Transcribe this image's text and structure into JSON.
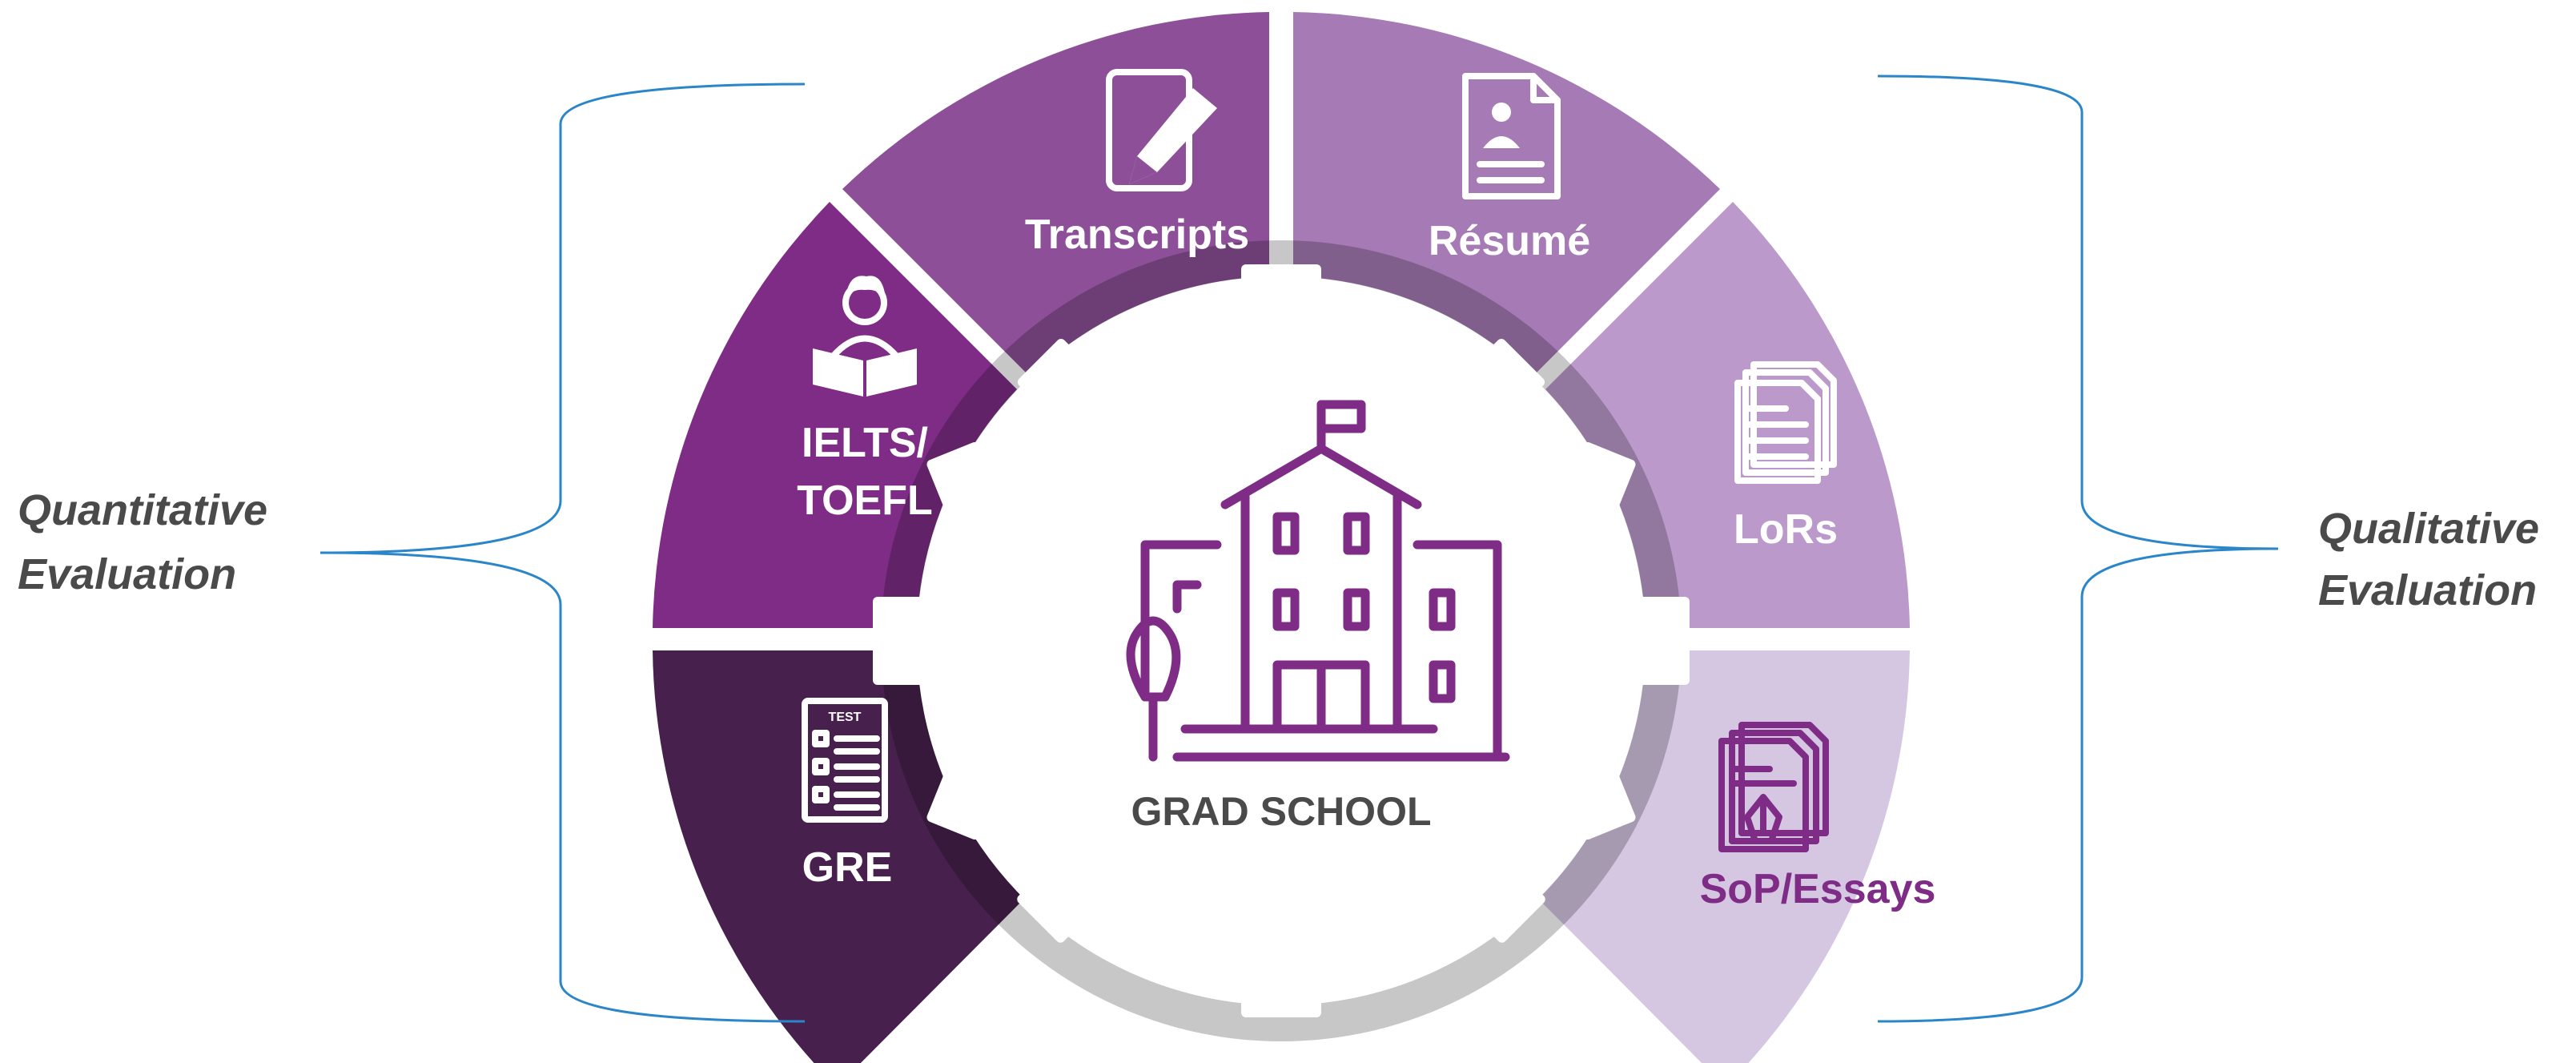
{
  "center": {
    "label": "GRAD SCHOOL"
  },
  "left_group": {
    "line1": "Quantitative",
    "line2": "Evaluation"
  },
  "right_group": {
    "line1": "Qualitative",
    "line2": "Evaluation"
  },
  "segments": [
    {
      "id": "gre",
      "label": "GRE",
      "icon": "test-sheet-icon",
      "color": "#47204e",
      "text_color": "#ffffff"
    },
    {
      "id": "ielts",
      "line1": "IELTS/",
      "line2": "TOEFL",
      "icon": "student-reading-icon",
      "color": "#7e2c86",
      "text_color": "#ffffff"
    },
    {
      "id": "transcripts",
      "label": "Transcripts",
      "icon": "document-pen-icon",
      "color": "#8c4f98",
      "text_color": "#ffffff"
    },
    {
      "id": "resume",
      "label": "Résumé",
      "icon": "resume-icon",
      "color": "#a57ab5",
      "text_color": "#ffffff"
    },
    {
      "id": "lors",
      "label": "LoRs",
      "icon": "letters-stack-icon",
      "color": "#bb9acb",
      "text_color": "#ffffff"
    },
    {
      "id": "sop",
      "label": "SoP/Essays",
      "icon": "essay-pen-icon",
      "color": "#d5c6e2",
      "text_color": "#7e2c86"
    }
  ],
  "icon_labels": {
    "test_sheet_header": "TEST"
  }
}
